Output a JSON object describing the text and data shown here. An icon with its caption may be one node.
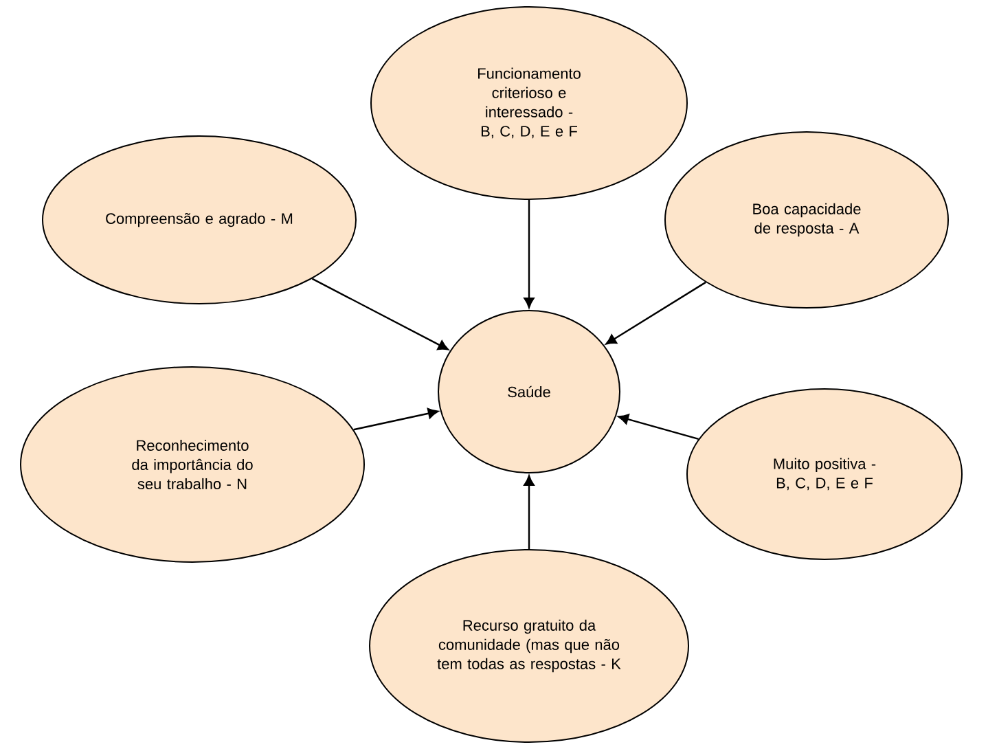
{
  "diagram": {
    "nodes": [
      {
        "text": [
          "Saúde"
        ]
      },
      {
        "text": [
          "Funcionamento criterioso e interessado - B, C, D, E e F"
        ]
      },
      {
        "text": [
          "Compreensão e agrado - M"
        ]
      },
      {
        "text": [
          "Boa capacidade de resposta - A"
        ]
      },
      {
        "text": [
          "Reconhecimento da importância do seu trabalho - N"
        ]
      },
      {
        "text": [
          "Muito positiva - B, C, D, E e F"
        ]
      },
      {
        "text": [
          "Recurso gratuito da comunidade (mas que não tem todas as respostas - K"
        ]
      }
    ],
    "edges": [
      {
        "from": 1,
        "to": 0,
        "arrow": "to"
      },
      {
        "from": 2,
        "to": 0,
        "arrow": "to"
      },
      {
        "from": 3,
        "to": 0,
        "arrow": "to"
      },
      {
        "from": 4,
        "to": 0,
        "arrow": "to"
      },
      {
        "from": 5,
        "to": 0,
        "arrow": "to"
      },
      {
        "from": 6,
        "to": 0,
        "arrow": "to"
      }
    ]
  }
}
